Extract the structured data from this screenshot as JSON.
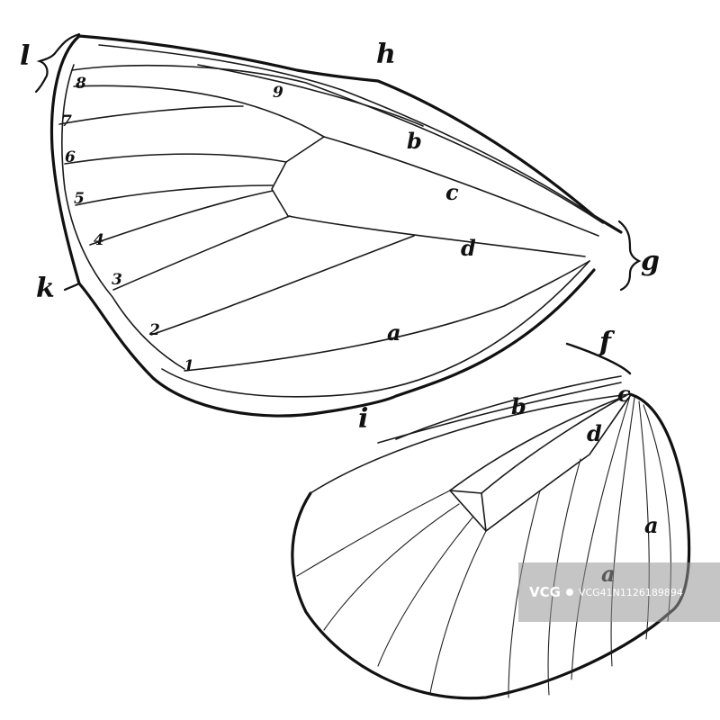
{
  "labels": {
    "l": "l",
    "h": "h",
    "g": "g",
    "k": "k",
    "i": "i",
    "f": "f",
    "forewing_b": "b",
    "forewing_c": "c",
    "forewing_d": "d",
    "forewing_a": "a",
    "hindwing_b": "b",
    "hindwing_c": "c",
    "hindwing_d": "d",
    "hindwing_a1": "a",
    "hindwing_a2": "a",
    "vein_1": "1",
    "vein_2": "2",
    "vein_3": "3",
    "vein_4": "4",
    "vein_5": "5",
    "vein_6": "6",
    "vein_7": "7",
    "vein_8": "8",
    "vein_9": "9"
  },
  "watermark": {
    "brand": "VCG",
    "code": "VCG41N1126189894"
  },
  "icons": {
    "watermark": "vcg-logo-icon"
  }
}
